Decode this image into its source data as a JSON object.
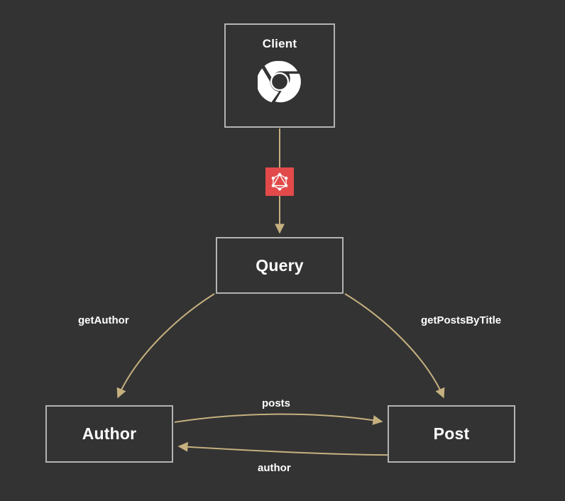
{
  "diagram": {
    "background_color": "#333333",
    "node_border_color": "#b3b3b3",
    "edge_color": "#c5b07f",
    "label_color": "#ffffff",
    "badge_color": "#e24a4a",
    "nodes": [
      {
        "id": "client",
        "label": "Client",
        "icon": "chrome-icon"
      },
      {
        "id": "query",
        "label": "Query"
      },
      {
        "id": "author",
        "label": "Author"
      },
      {
        "id": "post",
        "label": "Post"
      }
    ],
    "badges": [
      {
        "id": "graphql",
        "icon": "graphql-icon",
        "color": "#e24a4a"
      }
    ],
    "edges": [
      {
        "from": "client",
        "to": "query",
        "label": ""
      },
      {
        "from": "query",
        "to": "author",
        "label": "getAuthor"
      },
      {
        "from": "query",
        "to": "post",
        "label": "getPostsByTitle"
      },
      {
        "from": "author",
        "to": "post",
        "label": "posts"
      },
      {
        "from": "post",
        "to": "author",
        "label": "author"
      }
    ]
  }
}
